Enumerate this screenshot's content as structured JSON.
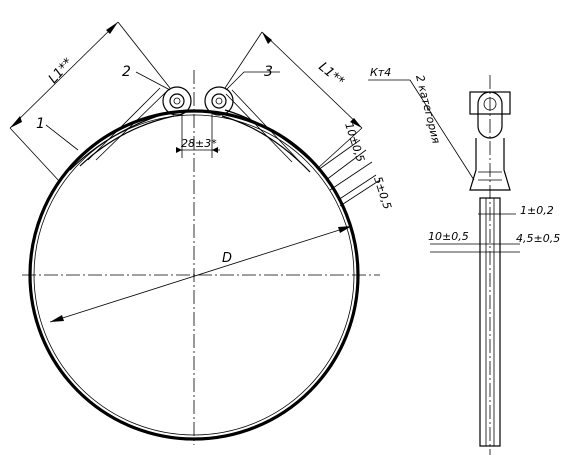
{
  "labels": {
    "part1": "1",
    "part2": "2",
    "part3": "3",
    "L1_left": "L1**",
    "L1_right": "L1**",
    "gap": "28±3*",
    "tol1": "10±0,5",
    "tol2": "5±0,5",
    "diameter": "D",
    "weld": "Кт4",
    "category": "2 категория",
    "dim_a": "1±0,2",
    "dim_b": "10±0,5",
    "dim_c": "4,5±0,5"
  }
}
